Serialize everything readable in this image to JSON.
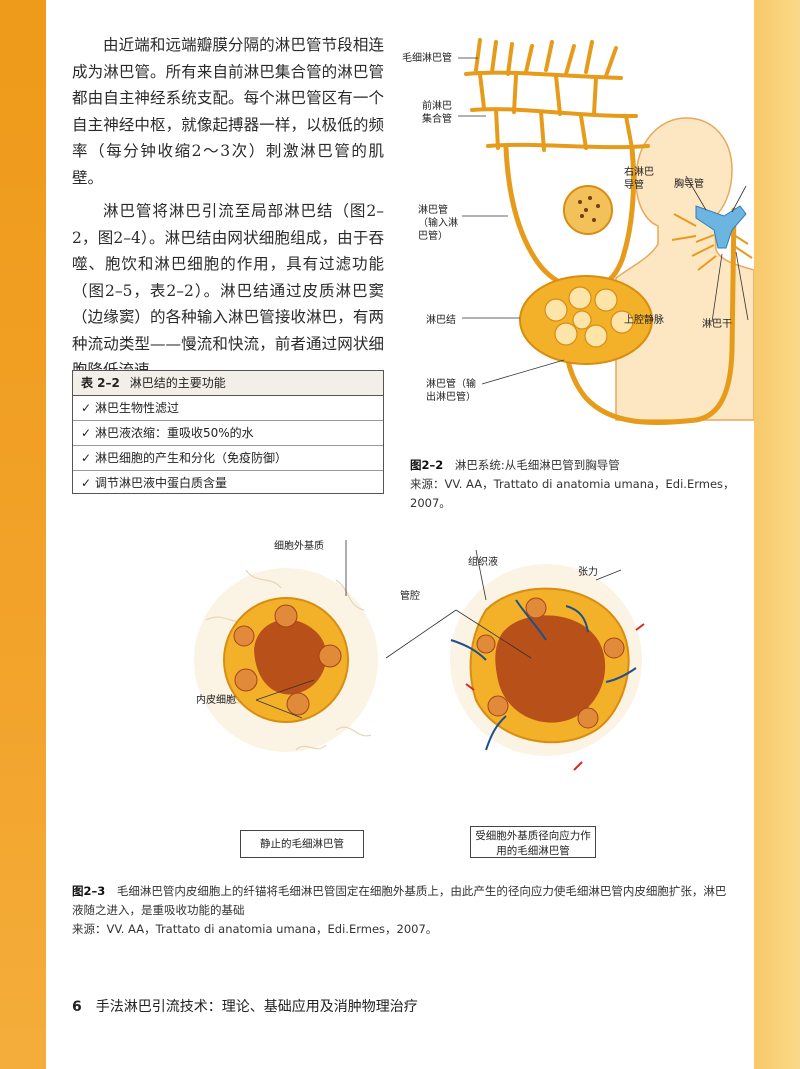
{
  "body_paragraphs": [
    "由近端和远端瓣膜分隔的淋巴管节段相连成为淋巴管。所有来自前淋巴集合管的淋巴管都由自主神经系统支配。每个淋巴管区有一个自主神经中枢，就像起搏器一样，以极低的频率（每分钟收缩2～3次）刺激淋巴管的肌壁。",
    "淋巴管将淋巴引流至局部淋巴结（图2–2，图2–4）。淋巴结由网状细胞组成，由于吞噬、胞饮和淋巴细胞的作用，具有过滤功能（图2–5，表2–2）。淋巴结通过皮质淋巴窦（边缘窦）的各种输入淋巴管接收淋巴，有两种流动类型——慢流和快流，前者通过网状细胞降低流速。"
  ],
  "table": {
    "number": "表 2–2",
    "title": "淋巴结的主要功能",
    "check_glyph": "✓",
    "rows": [
      "淋巴生物性滤过",
      "淋巴液浓缩：重吸收50%的水",
      "淋巴细胞的产生和分化（免疫防御）",
      "调节淋巴液中蛋白质含量"
    ]
  },
  "figure_2_2": {
    "labels": {
      "capillary": "毛细淋巴管",
      "pre_collector": "前淋巴集合管",
      "afferent": "淋巴管（输入淋巴管）",
      "node": "淋巴结",
      "efferent": "淋巴管（输出淋巴管）",
      "right_duct": "右淋巴导管",
      "thoracic_duct": "胸导管",
      "svc": "上腔静脉",
      "trunk": "淋巴干"
    },
    "caption_number": "图2–2",
    "caption_title": "淋巴系统:从毛细淋巴管到胸导管",
    "source": "来源：VV. AA，Trattato di anatomia umana，Edi.Ermes，2007。"
  },
  "figure_2_3": {
    "labels": {
      "ecm": "细胞外基质",
      "lumen": "管腔",
      "tissue_fluid": "组织液",
      "tension": "张力",
      "endothelial": "内皮细胞"
    },
    "box_left": "静止的毛细淋巴管",
    "box_right": "受细胞外基质径向应力作用的毛细淋巴管",
    "caption_number": "图2–3",
    "caption_text": "毛细淋巴管内皮细胞上的纤锚将毛细淋巴管固定在细胞外基质上，由此产生的径向应力使毛细淋巴管内皮细胞扩张，淋巴液随之进入，是重吸收功能的基础",
    "source": "来源：VV. AA，Trattato di anatomia umana，Edi.Ermes，2007。"
  },
  "footer": {
    "page_number": "6",
    "book_title": "手法淋巴引流技术：理论、基础应用及消肿物理治疗"
  },
  "colors": {
    "left_band": "#ee9a1a",
    "right_band": "#fbd98a",
    "lymph_orange": "#f3b12a",
    "lumen_brown": "#b8501a",
    "arrow_blue": "#1f4f8c",
    "arrow_red": "#d62a1f"
  }
}
